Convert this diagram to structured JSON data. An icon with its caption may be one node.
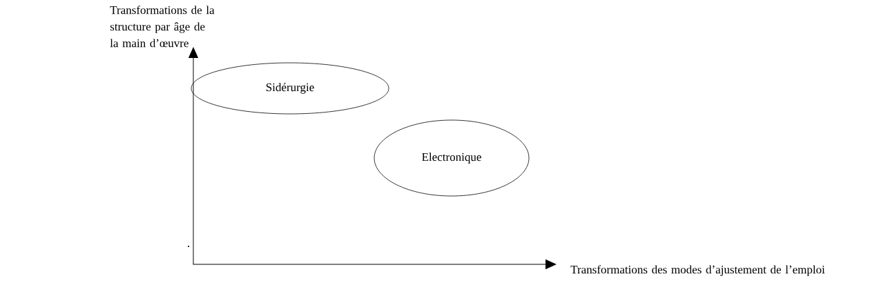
{
  "diagram": {
    "nodes": [
      {
        "text": [
          "Sidérurgie"
        ]
      },
      {
        "text": [
          "Electronique"
        ]
      }
    ],
    "edges": [],
    "labels": [
      "Transformations de la structure par âge de la main d’œuvre",
      ".",
      "Transformations des modes d’ajustement de l’emploi"
    ]
  }
}
